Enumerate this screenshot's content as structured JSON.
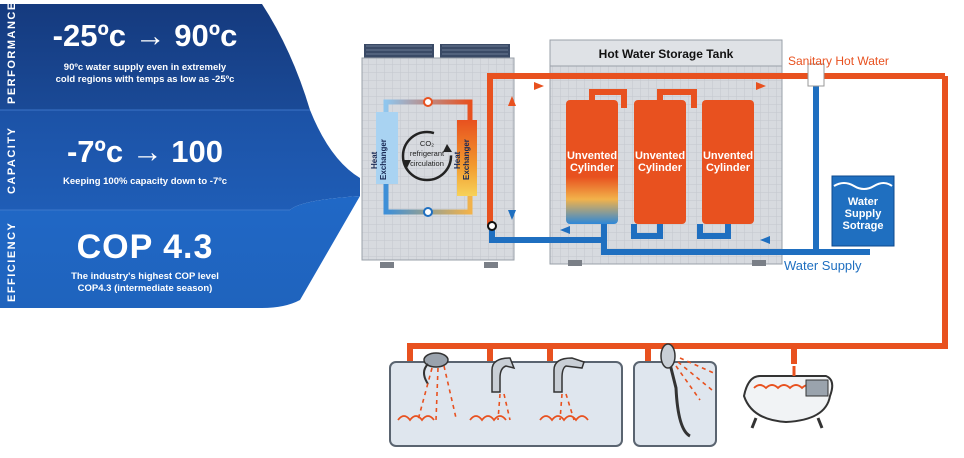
{
  "panels": {
    "performance": {
      "label": "PERFORMANCE",
      "headline": "-25ºc → 90ºc",
      "desc_line1": "90ºc water supply even in extremely",
      "desc_line2": "cold regions with temps as low as -25ºc"
    },
    "capacity": {
      "label": "CAPACITY",
      "headline": "-7ºc → 100",
      "desc_line1": "Keeping 100% capacity down to -7ºc"
    },
    "efficiency": {
      "label": "EFFICIENCY",
      "headline": "COP 4.3",
      "desc_line1": "The industry's highest COP level",
      "desc_line2": "COP4.3 (intermediate season)"
    }
  },
  "heat_pump": {
    "heat_exchanger_left": "Heat Exchanger",
    "heat_exchanger_right": "Heat Exchanger",
    "refrigerant_line1": "CO₂",
    "refrigerant_line2": "refrigerant",
    "refrigerant_line3": "circulation"
  },
  "tank": {
    "title": "Hot Water Storage Tank",
    "cylinders": [
      {
        "line1": "Unvented",
        "line2": "Cylinder"
      },
      {
        "line1": "Unvented",
        "line2": "Cylinder"
      },
      {
        "line1": "Unvented",
        "line2": "Cylinder"
      }
    ]
  },
  "labels": {
    "sanitary_hot_water": "Sanitary Hot Water",
    "water_supply": "Water Supply",
    "storage_line1": "Water",
    "storage_line2": "Supply",
    "storage_line3": "Sotrage"
  },
  "colors": {
    "hot": "#e8511f",
    "cold": "#1f6fc0",
    "panel_top": "#1a3f86",
    "panel_mid": "#1d55ab",
    "panel_bottom": "#1e64c4"
  }
}
